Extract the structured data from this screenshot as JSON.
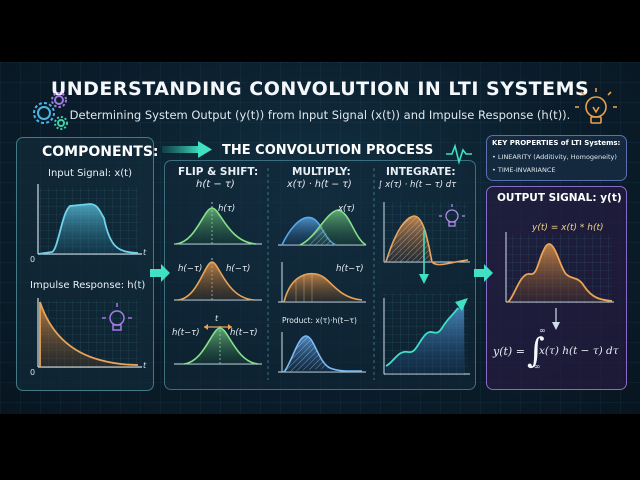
{
  "header": {
    "title": "UNDERSTANDING CONVOLUTION IN LTI SYSTEMS",
    "subtitle": "Determining System Output (y(t)) from Input Signal (x(t)) and Impulse Response (h(t))."
  },
  "components": {
    "heading": "COMPONENTS:",
    "input_label": "Input Signal: x(t)",
    "impulse_label": "Impulse Response: h(t)",
    "axis_zero": "0",
    "axis_t": "t"
  },
  "process": {
    "heading": "THE CONVOLUTION PROCESS",
    "flip": {
      "heading": "FLIP & SHIFT:",
      "subheading": "h(t − τ)",
      "curve1_label": "h(τ)",
      "curve2_left": "h(−τ)",
      "curve2_right": "h(−τ)",
      "curve3_left": "h(t−τ)",
      "curve3_right": "h(t−τ)",
      "shift_t": "t"
    },
    "multiply": {
      "heading": "MULTIPLY:",
      "subheading": "x(τ) · h(t − τ)",
      "x_label": "x(τ)",
      "h_label": "h(t−τ)",
      "product_label": "Product: x(τ)·h(t−τ)"
    },
    "integrate": {
      "heading": "INTEGRATE:",
      "formula": "∫ x(τ) · h(t − τ) dτ"
    }
  },
  "key_properties": {
    "heading": "KEY PROPERTIES of LTI Systems:",
    "items": [
      "• LINEARITY (Additivity, Homogeneity)",
      "• TIME-INVARIANCE"
    ]
  },
  "output": {
    "heading": "OUTPUT SIGNAL: y(t)",
    "equation": "y(t) = x(t) * h(t)",
    "integral_lhs": "y(t) =",
    "integral_body": "x(τ) h(t − τ) dτ",
    "upper_limit": "∞",
    "lower_limit": "−∞"
  },
  "colors": {
    "input_curve": "#6fd3ea",
    "impulse_curve": "#e8a457",
    "flip_curve": "#86e08a",
    "output_curve": "#e8a457",
    "accent_teal": "#33d6b8",
    "panel_border": "#3f7c86",
    "output_border": "#8a6ac8"
  }
}
